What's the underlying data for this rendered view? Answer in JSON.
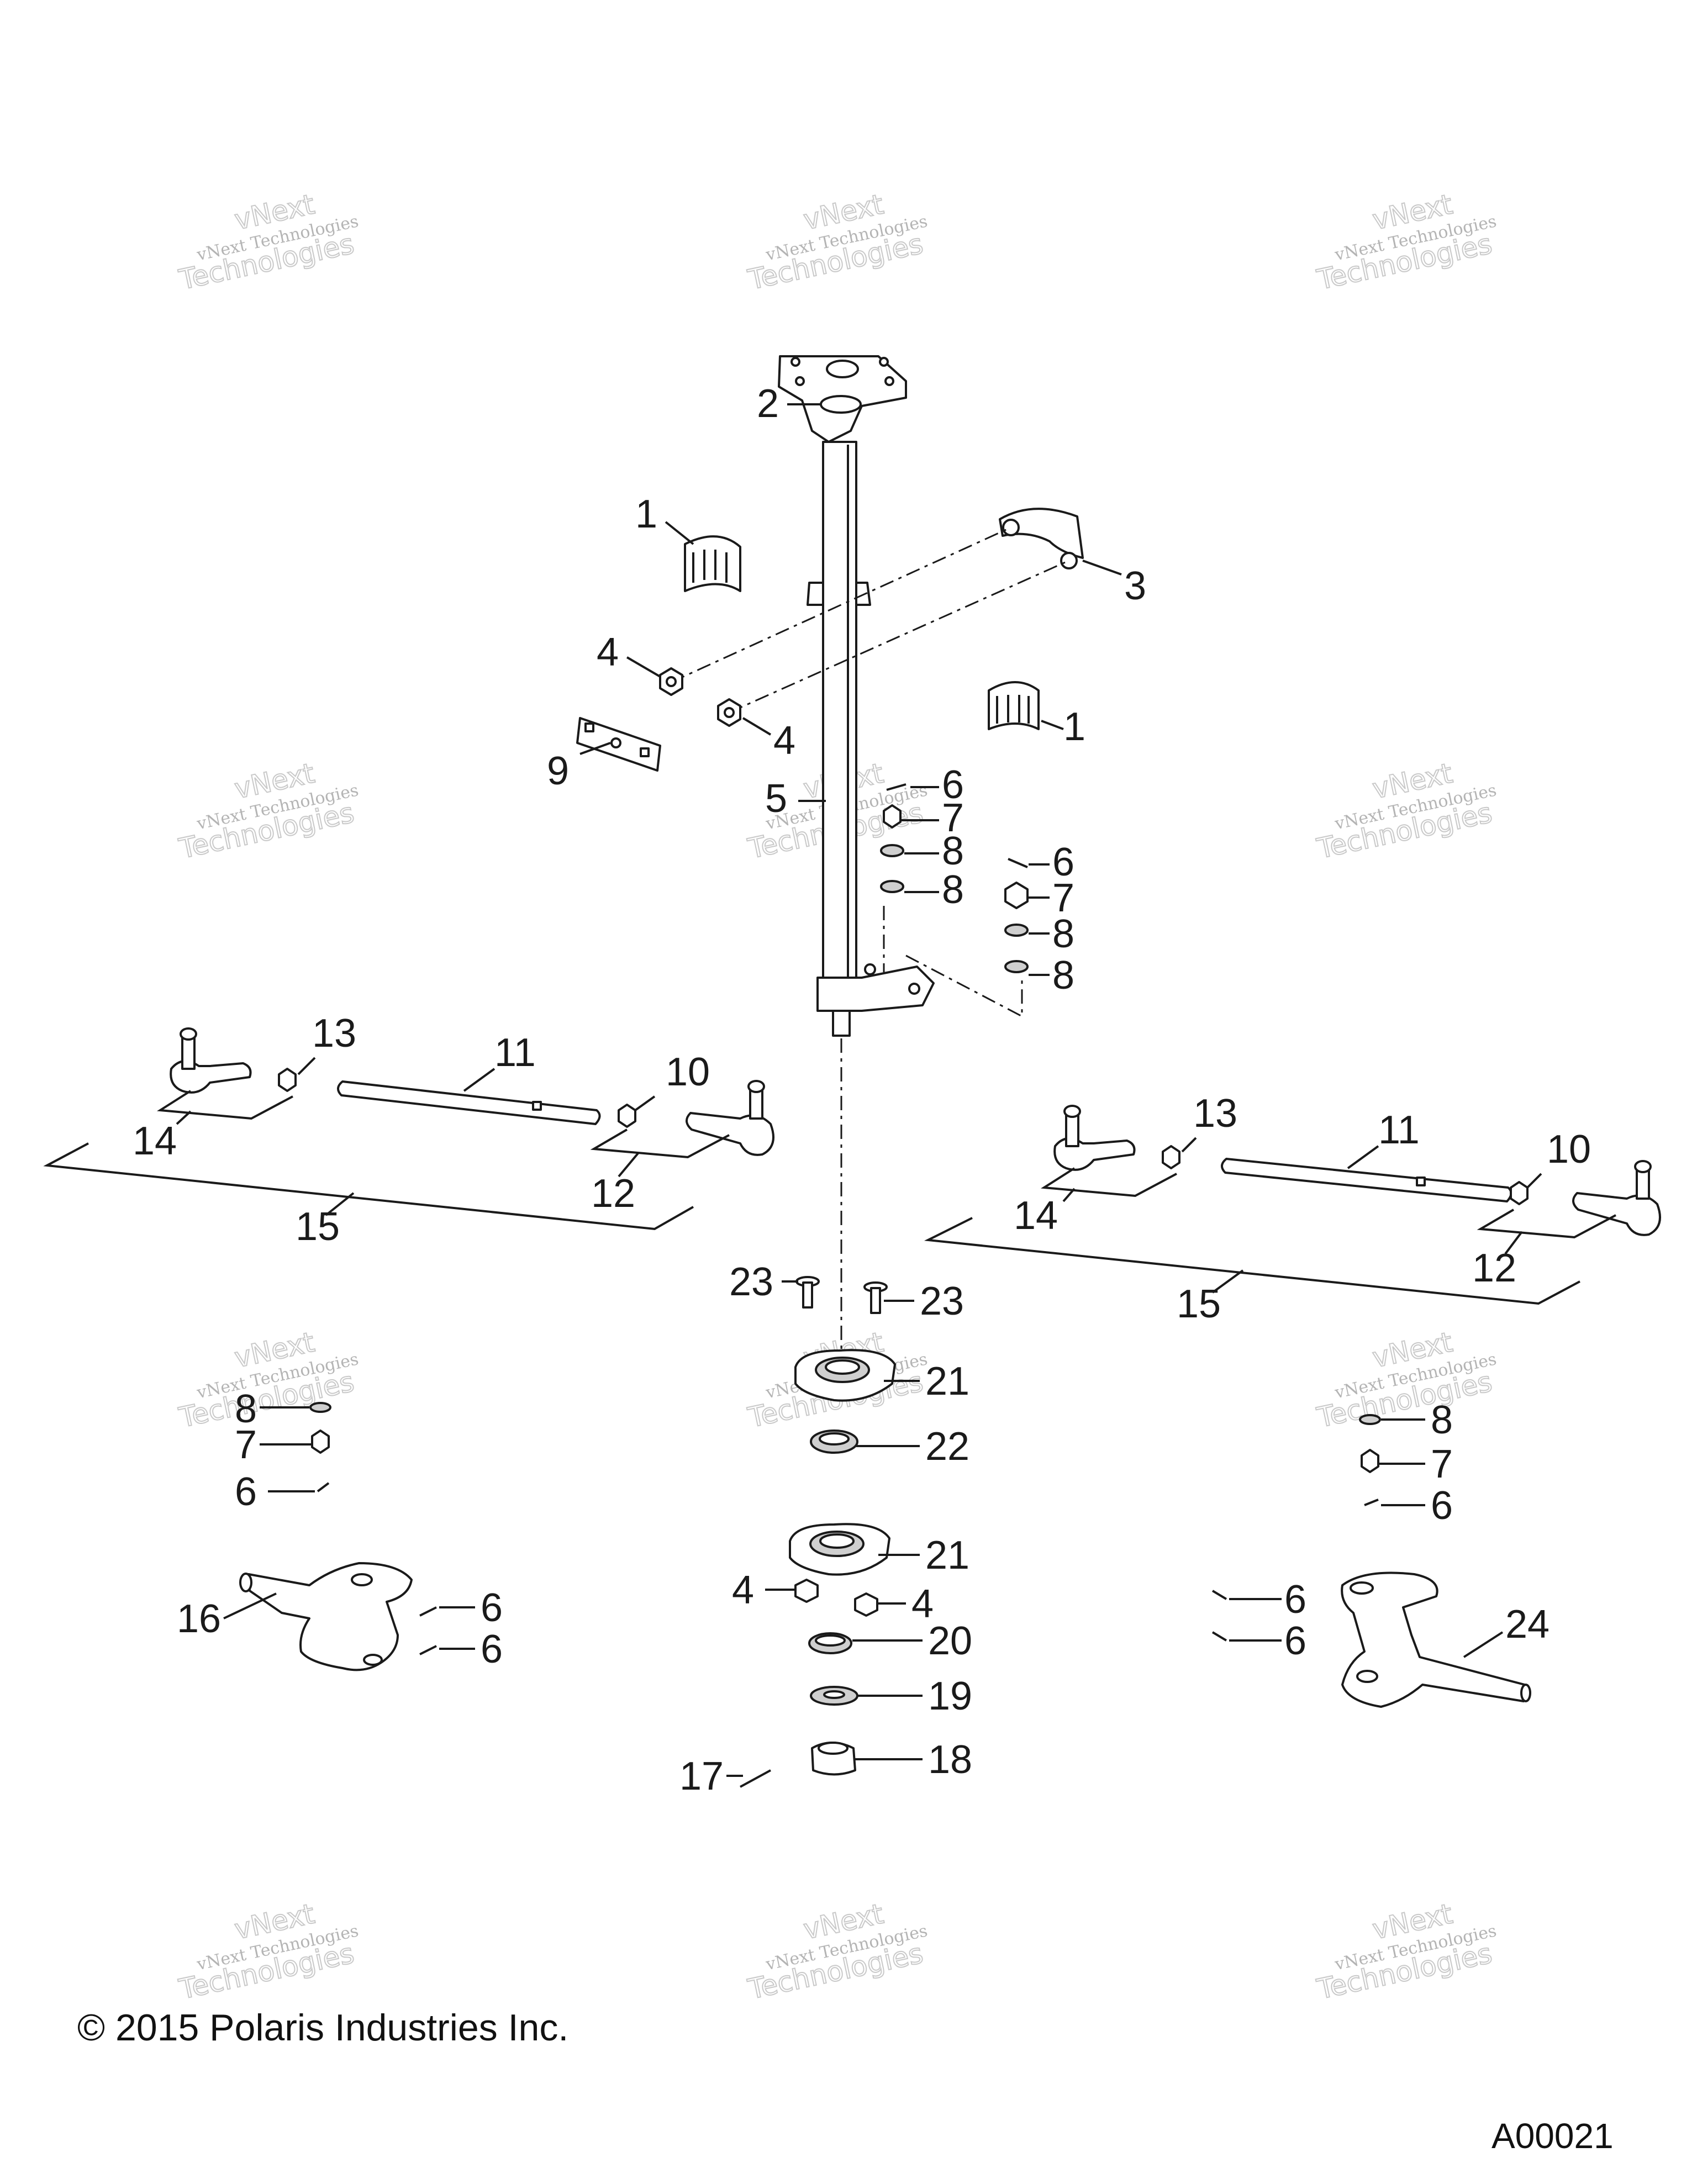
{
  "watermark": {
    "line1": "vNext Technologies",
    "line2": "Technologies",
    "line3": "vNext"
  },
  "callouts": {
    "c2": "2",
    "c1a": "1",
    "c1b": "1",
    "c3": "3",
    "c4a": "4",
    "c4b": "4",
    "c9": "9",
    "c5": "5",
    "c6a": "6",
    "c7a": "7",
    "c8a": "8",
    "c8b": "8",
    "c6b": "6",
    "c7b": "7",
    "c8c": "8",
    "c8d": "8",
    "c13a": "13",
    "c11a": "11",
    "c10a": "10",
    "c14a": "14",
    "c12a": "12",
    "c15a": "15",
    "c13b": "13",
    "c11b": "11",
    "c10b": "10",
    "c14b": "14",
    "c12b": "12",
    "c15b": "15",
    "c23a": "23",
    "c23b": "23",
    "c21a": "21",
    "c22": "22",
    "c21b": "21",
    "c4c": "4",
    "c4d": "4",
    "c20": "20",
    "c19": "19",
    "c18": "18",
    "c17": "17",
    "c8l": "8",
    "c7l": "7",
    "c6l": "6",
    "c16": "16",
    "c6l2": "6",
    "c6l3": "6",
    "c8r": "8",
    "c7r": "7",
    "c6r": "6",
    "c6r2": "6",
    "c6r3": "6",
    "c24": "24"
  },
  "copyright": "© 2015 Polaris Industries Inc.",
  "figure_id": "A00021"
}
